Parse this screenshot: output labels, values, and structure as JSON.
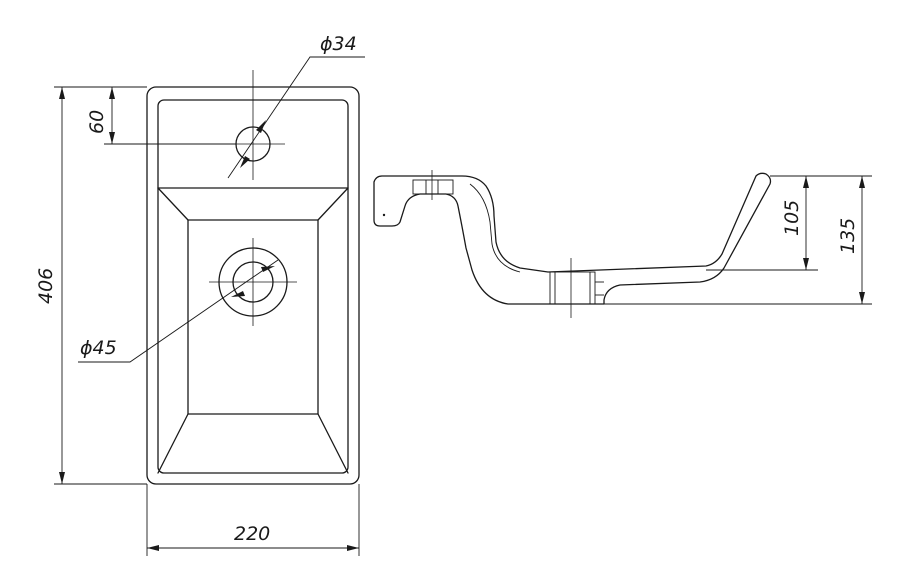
{
  "drawing": {
    "dimensions": {
      "top_hole_diameter": "ϕ34",
      "top_offset": "60",
      "overall_length": "406",
      "drain_diameter": "ϕ45",
      "overall_width": "220",
      "bowl_depth": "105",
      "overall_height": "135"
    }
  }
}
